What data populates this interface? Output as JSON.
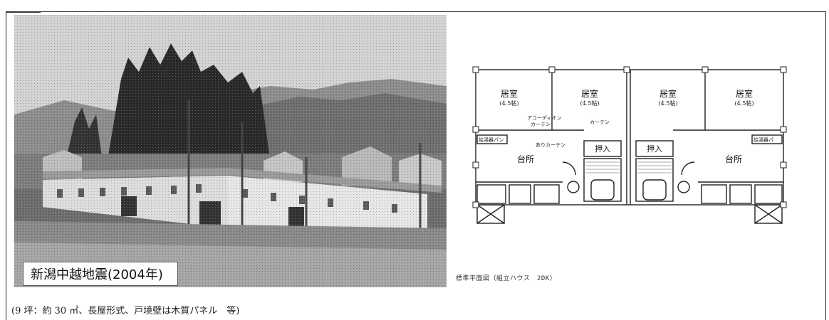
{
  "photo": {
    "caption": "新潟中越地震(2004年)"
  },
  "plan": {
    "caption": "標準平面図（組立ハウス　2DK）",
    "rooms": [
      {
        "name": "居室",
        "size": "(4.5帖)"
      },
      {
        "name": "居室",
        "size": "(4.5帖)"
      },
      {
        "name": "居室",
        "size": "(4.5帖)"
      },
      {
        "name": "居室",
        "size": "(4.5帖)"
      }
    ],
    "kitchens": [
      "台所",
      "台所"
    ],
    "closets": [
      "押入",
      "押入"
    ],
    "notes": {
      "accordion_curtain": "アコーディオン",
      "curtain_1": "カーテン",
      "curtain_2": "カーテン",
      "curtain_3": "ありカーテン",
      "water_heater_left": "給湯器パン",
      "water_heater_right": "給湯器パ"
    }
  },
  "footnote": "(9 坪：約 30 ㎡、長屋形式、戸境壁は木質パネル　等)"
}
